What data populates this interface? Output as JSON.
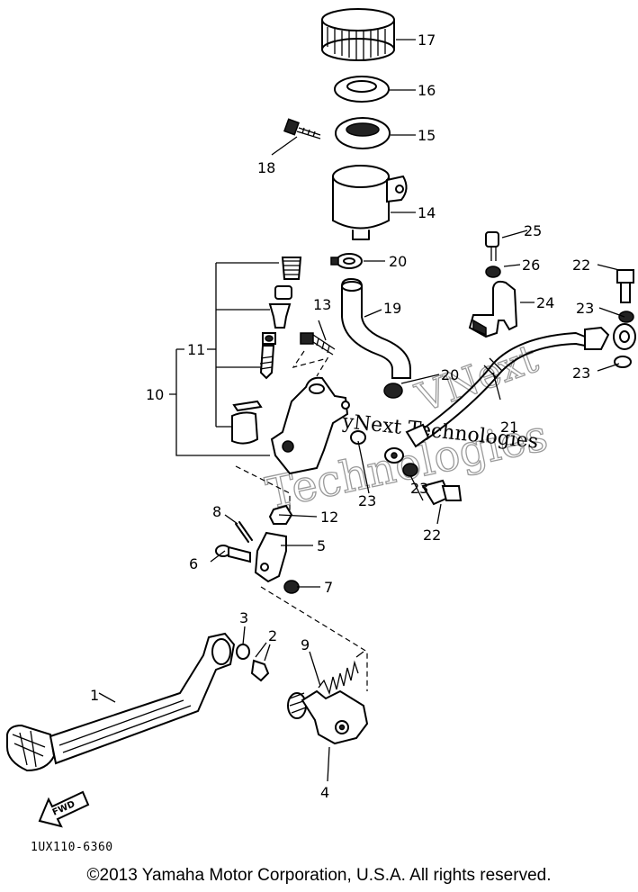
{
  "diagram": {
    "part_numbers": [
      "1",
      "2",
      "3",
      "4",
      "5",
      "6",
      "7",
      "8",
      "9",
      "10",
      "11",
      "12",
      "13",
      "14",
      "15",
      "16",
      "17",
      "18",
      "19",
      "20",
      "20",
      "21",
      "22",
      "22",
      "23",
      "23",
      "23",
      "23",
      "24",
      "25",
      "26"
    ],
    "fwd_label": "FWD",
    "code": "1UX110-6360",
    "watermark": [
      "VNext",
      "Technologies",
      "yNext Technologies"
    ]
  },
  "footer": {
    "copyright": "©2013 Yamaha Motor Corporation, U.S.A. All rights reserved."
  }
}
